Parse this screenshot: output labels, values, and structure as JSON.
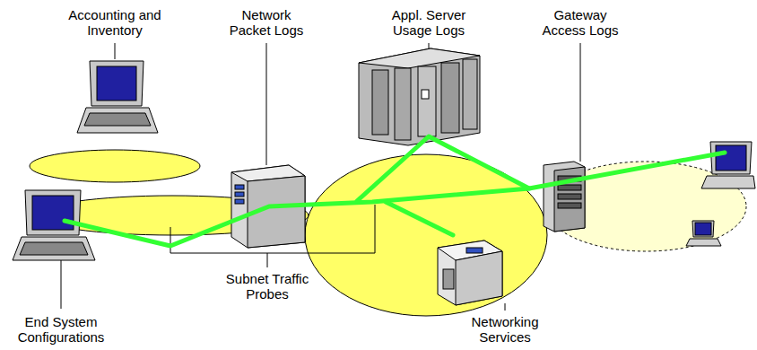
{
  "diagram": {
    "labels": [
      "Accounting and Inventory",
      "Network Packet Logs",
      "Appl. Server Usage Logs",
      "Gateway Access Logs",
      "End System Configurations",
      "Subnet Traffic Probes",
      "Networking Services"
    ]
  }
}
